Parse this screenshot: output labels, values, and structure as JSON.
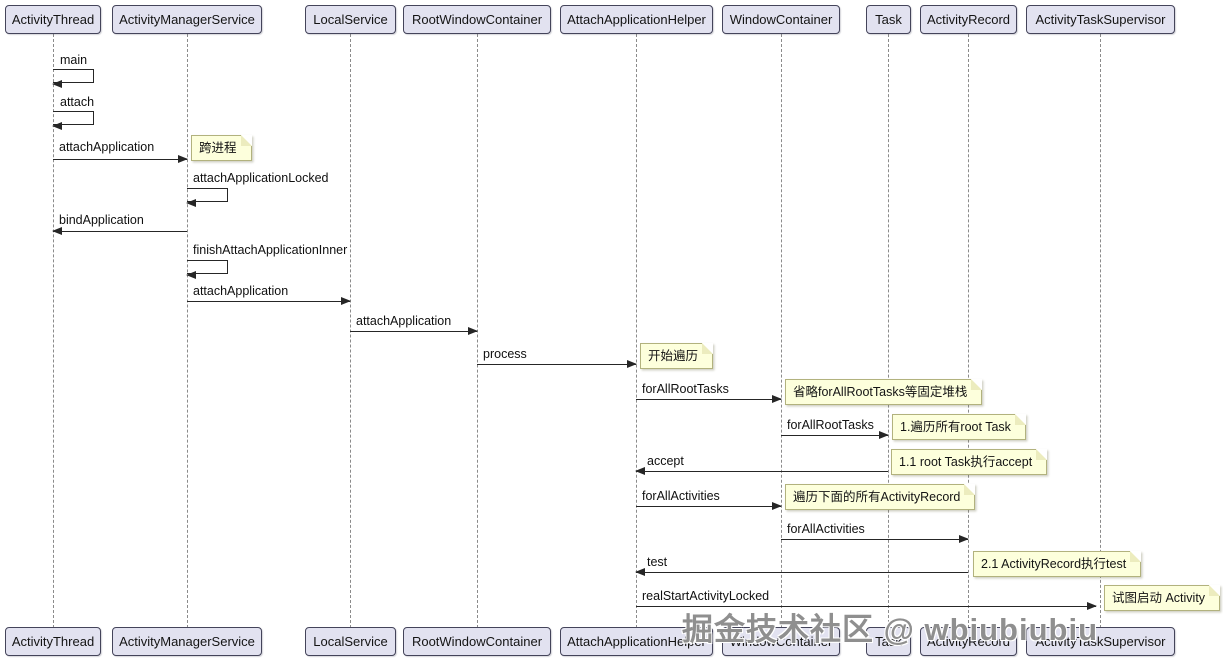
{
  "diagram": {
    "type": "uml-sequence",
    "watermark": "掘金技术社区 @ wbiubiubiu",
    "colors": {
      "participant_fill": "#E2E2F0",
      "participant_border": "#44445A",
      "note_fill": "#FDFFDC",
      "note_border": "#B2B27E",
      "arrow": "#262626",
      "lifeline": "#8B8B8B"
    }
  },
  "participants": [
    {
      "name": "ActivityThread"
    },
    {
      "name": "ActivityManagerService"
    },
    {
      "name": "LocalService"
    },
    {
      "name": "RootWindowContainer"
    },
    {
      "name": "AttachApplicationHelper"
    },
    {
      "name": "WindowContainer"
    },
    {
      "name": "Task"
    },
    {
      "name": "ActivityRecord"
    },
    {
      "name": "ActivityTaskSupervisor"
    }
  ],
  "messages": [
    {
      "label": "main",
      "kind": "self",
      "on": "ActivityThread"
    },
    {
      "label": "attach",
      "kind": "self",
      "on": "ActivityThread"
    },
    {
      "label": "attachApplication",
      "kind": "call",
      "from": "ActivityThread",
      "to": "ActivityManagerService"
    },
    {
      "label": "attachApplicationLocked",
      "kind": "self",
      "on": "ActivityManagerService"
    },
    {
      "label": "bindApplication",
      "kind": "call",
      "from": "ActivityManagerService",
      "to": "ActivityThread"
    },
    {
      "label": "finishAttachApplicationInner",
      "kind": "self",
      "on": "ActivityManagerService"
    },
    {
      "label": "attachApplication",
      "kind": "call",
      "from": "ActivityManagerService",
      "to": "LocalService"
    },
    {
      "label": "attachApplication",
      "kind": "call",
      "from": "LocalService",
      "to": "RootWindowContainer"
    },
    {
      "label": "process",
      "kind": "call",
      "from": "RootWindowContainer",
      "to": "AttachApplicationHelper"
    },
    {
      "label": "forAllRootTasks",
      "kind": "call",
      "from": "AttachApplicationHelper",
      "to": "WindowContainer"
    },
    {
      "label": "forAllRootTasks",
      "kind": "call",
      "from": "WindowContainer",
      "to": "Task"
    },
    {
      "label": "accept",
      "kind": "call",
      "from": "Task",
      "to": "AttachApplicationHelper"
    },
    {
      "label": "forAllActivities",
      "kind": "call",
      "from": "AttachApplicationHelper",
      "to": "WindowContainer"
    },
    {
      "label": "forAllActivities",
      "kind": "call",
      "from": "WindowContainer",
      "to": "ActivityRecord"
    },
    {
      "label": "test",
      "kind": "call",
      "from": "ActivityRecord",
      "to": "AttachApplicationHelper"
    },
    {
      "label": "realStartActivityLocked",
      "kind": "call",
      "from": "AttachApplicationHelper",
      "to": "ActivityTaskSupervisor"
    }
  ],
  "notes": [
    {
      "text": "跨进程"
    },
    {
      "text": "开始遍历"
    },
    {
      "text": "省略forAllRootTasks等固定堆栈"
    },
    {
      "text": "1.遍历所有root Task"
    },
    {
      "text": "1.1 root Task执行accept"
    },
    {
      "text": "遍历下面的所有ActivityRecord"
    },
    {
      "text": "2.1 ActivityRecord执行test"
    },
    {
      "text": "试图启动 Activity"
    }
  ]
}
